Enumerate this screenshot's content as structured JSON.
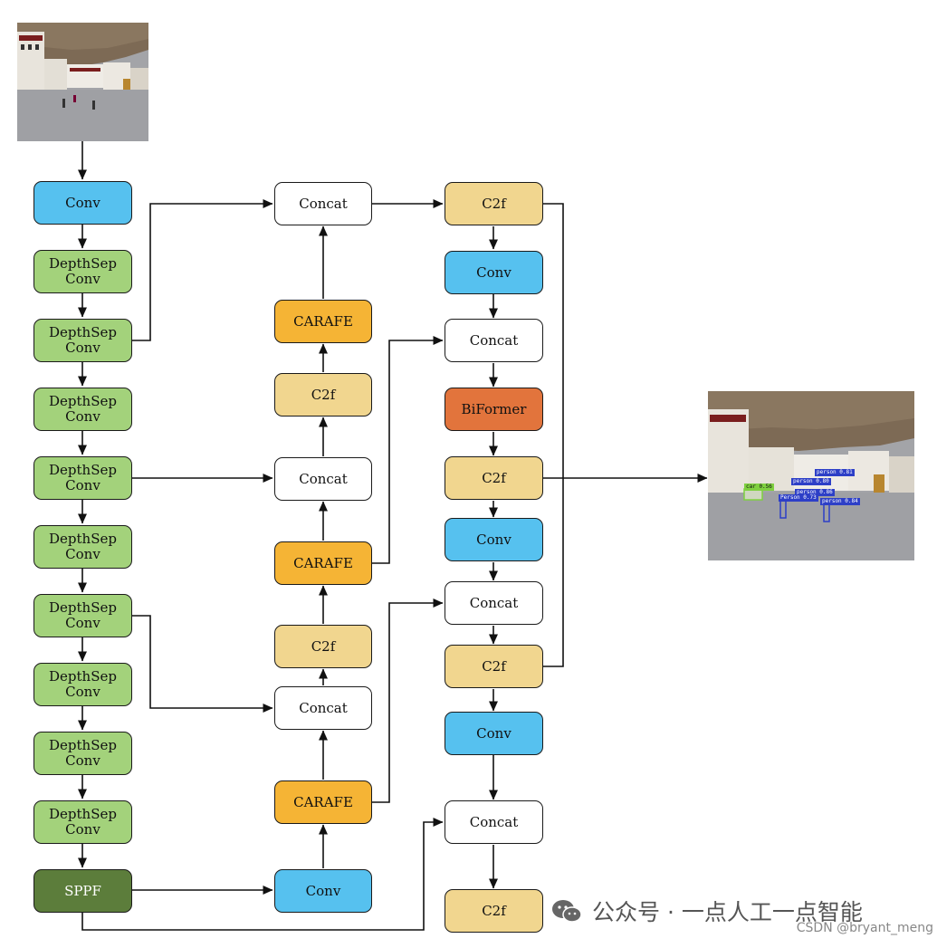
{
  "backbone": {
    "conv": "Conv",
    "depthsep": [
      "DepthSep\nConv",
      "DepthSep\nConv",
      "DepthSep\nConv",
      "DepthSep\nConv",
      "DepthSep\nConv",
      "DepthSep\nConv",
      "DepthSep\nConv",
      "DepthSep\nConv",
      "DepthSep\nConv"
    ],
    "sppf": "SPPF"
  },
  "neck": {
    "concat_top": "Concat",
    "carafe_1": "CARAFE",
    "c2f_1": "C2f",
    "concat_2": "Concat",
    "carafe_2": "CARAFE",
    "c2f_2": "C2f",
    "concat_3": "Concat",
    "carafe_3": "CARAFE",
    "conv": "Conv"
  },
  "head": {
    "c2f_1": "C2f",
    "conv_1": "Conv",
    "concat_1": "Concat",
    "biformer": "BiFormer",
    "c2f_2": "C2f",
    "conv_2": "Conv",
    "concat_2": "Concat",
    "c2f_3": "C2f",
    "conv_3": "Conv",
    "concat_3": "Concat",
    "c2f_4": "C2f"
  },
  "detections": [
    "person 0.81",
    "person 0.80",
    "person 0.86",
    "Person 0.73",
    "person 0.84",
    "car 0.56"
  ],
  "watermark": "公众号 · 一点人工一点智能",
  "credit": "CSDN @bryant_meng",
  "colors": {
    "conv": "#56c1ef",
    "depthsep": "#a3d27b",
    "sppf": "#5c7d3b",
    "c2f": "#f1d68f",
    "carafe": "#f5b435",
    "biformer": "#e2743c",
    "concat": "#ffffff"
  }
}
